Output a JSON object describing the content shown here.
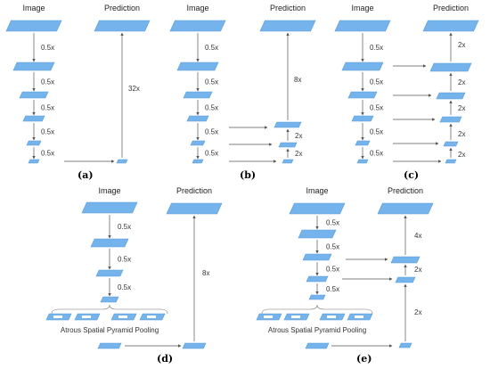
{
  "colors": {
    "layer_fill": "#74b3eb",
    "layer_stroke": "#5a9bd8",
    "arrow": "#555555"
  },
  "headers": {
    "image": "Image",
    "prediction": "Prediction"
  },
  "labels": {
    "half": "0.5x",
    "x2": "2x",
    "x4": "4x",
    "x8": "8x",
    "x32": "32x",
    "aspp": "Atrous Spatial Pyramid Pooling"
  },
  "panels": {
    "a": "(a)",
    "b": "(b)",
    "c": "(c)",
    "d": "(d)",
    "e": "(e)"
  }
}
